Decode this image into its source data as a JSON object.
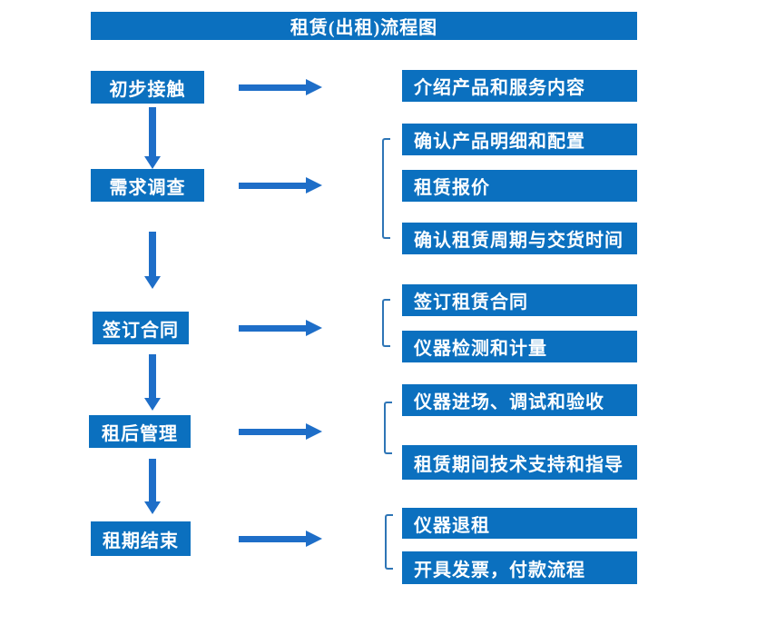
{
  "title": "租赁(出租)流程图",
  "colors": {
    "box": "#0b70bf",
    "arrow": "#1e6ec8",
    "bracket": "#2e75b6",
    "text": "#ffffff"
  },
  "steps": [
    {
      "label": "初步接触",
      "details": [
        "介绍产品和服务内容"
      ]
    },
    {
      "label": "需求调查",
      "details": [
        "确认产品明细和配置",
        "租赁报价",
        "确认租赁周期与交货时间"
      ]
    },
    {
      "label": "签订合同",
      "details": [
        "签订租赁合同",
        "仪器检测和计量"
      ]
    },
    {
      "label": "租后管理",
      "details": [
        "仪器进场、调试和验收",
        "租赁期间技术支持和指导"
      ]
    },
    {
      "label": "租期结束",
      "details": [
        "仪器退租",
        "开具发票，付款流程"
      ]
    }
  ]
}
